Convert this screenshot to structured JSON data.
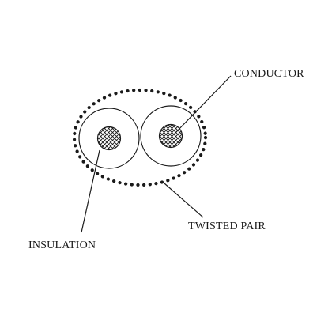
{
  "labels": {
    "conductor": "CONDUCTOR",
    "insulation": "INSULATION",
    "twisted_pair": "TWISTED PAIR"
  },
  "colors": {
    "ink": "#1a1a1a",
    "background": "#ffffff"
  }
}
